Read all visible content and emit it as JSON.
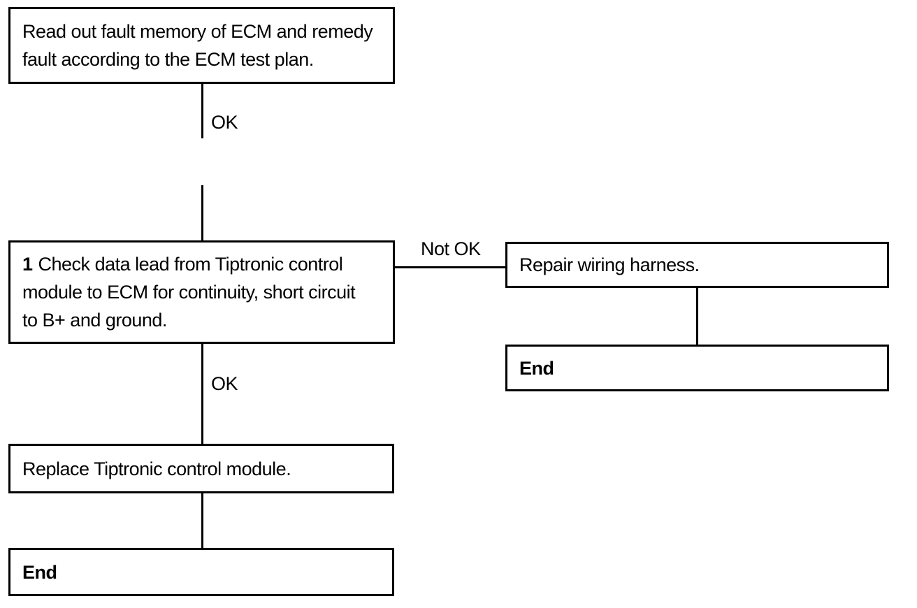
{
  "diagram": {
    "background_color": "#ffffff",
    "line_color": "#000000",
    "text_color": "#000000",
    "nodes": {
      "read_fault_memory": {
        "lines": [
          "Read out fault memory of ECM and remedy",
          "fault according to the ECM test plan."
        ]
      },
      "check_data_lead": {
        "step_number": "1",
        "lines": [
          "Check data lead from Tiptronic control",
          "module to ECM for continuity, short circuit",
          "to B+ and ground."
        ]
      },
      "repair_wiring_harness": {
        "text": "Repair wiring harness."
      },
      "end_right": {
        "text": "End"
      },
      "replace_control_module": {
        "text": "Replace Tiptronic control module."
      },
      "end_left": {
        "text": "End"
      }
    },
    "edge_labels": {
      "ok_top": "OK",
      "not_ok": "Not OK",
      "ok_bottom": "OK"
    }
  }
}
